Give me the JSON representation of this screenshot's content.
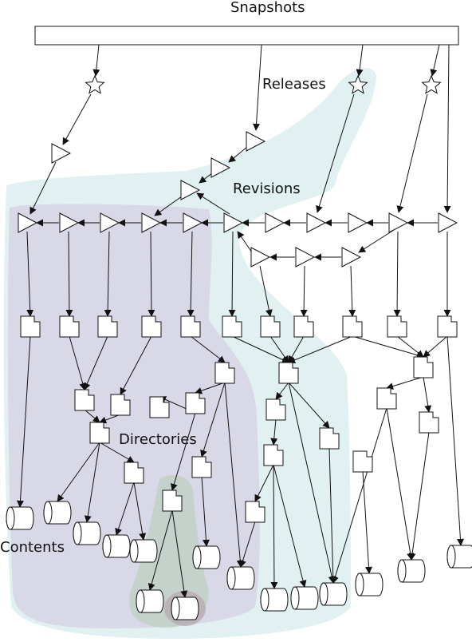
{
  "labels": {
    "snapshots": "Snapshots",
    "releases": "Releases",
    "revisions": "Revisions",
    "directories": "Directories",
    "contents": "Contents"
  },
  "colors": {
    "background": "#ffffff",
    "outer_region": "#dff0f0",
    "directory_region": "#d8d6e6",
    "inner_region": "#c2d2c8",
    "content_highlight": "#b8b0b8",
    "stroke": "#111111",
    "node_fill": "#ffffff"
  },
  "node_types": {
    "snapshot": "rectangle-bar",
    "release": "star-icon",
    "revision": "triangle-icon",
    "directory": "folded-page-icon",
    "content": "cylinder-icon"
  }
}
